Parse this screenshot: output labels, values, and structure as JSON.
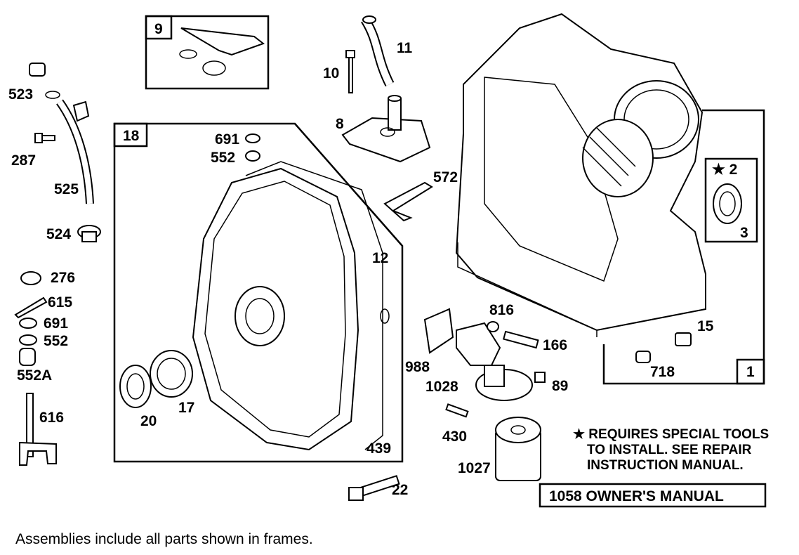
{
  "labels": {
    "p1": "1",
    "p2": "★ 2",
    "p3": "3",
    "p8": "8",
    "p9": "9",
    "p10": "10",
    "p11": "11",
    "p12": "12",
    "p15": "15",
    "p17": "17",
    "p18": "18",
    "p20": "20",
    "p22": "22",
    "p89": "89",
    "p166": "166",
    "p276": "276",
    "p287": "287",
    "p430": "430",
    "p439": "439",
    "p523": "523",
    "p524": "524",
    "p525": "525",
    "p552": "552",
    "p552b": "552",
    "p552a": "552A",
    "p572": "572",
    "p615": "615",
    "p616": "616",
    "p691": "691",
    "p691b": "691",
    "p718": "718",
    "p816": "816",
    "p988": "988",
    "p1027": "1027",
    "p1028": "1028"
  },
  "note": {
    "line1": "★ REQUIRES SPECIAL TOOLS",
    "line2": "TO INSTALL.  SEE REPAIR",
    "line3": "INSTRUCTION MANUAL."
  },
  "manual_box": "1058 OWNER'S MANUAL",
  "footer": "Assemblies include all parts shown in frames."
}
